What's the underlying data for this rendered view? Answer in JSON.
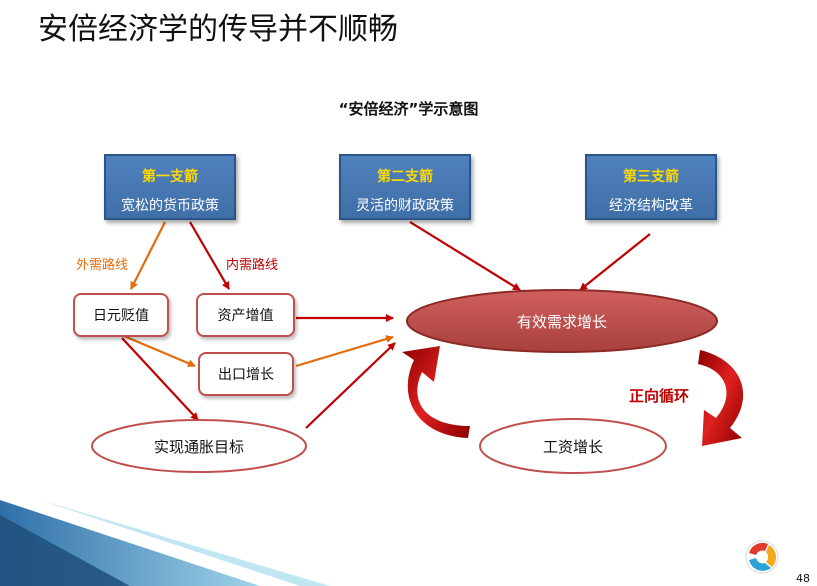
{
  "slide": {
    "title": "安倍经济学的传导并不顺畅",
    "diagram_title": "“安倍经济”学示意图",
    "page_number": "48"
  },
  "pillars": [
    {
      "title": "第一支箭",
      "desc": "宽松的货币政策"
    },
    {
      "title": "第二支箭",
      "desc": "灵活的财政政策"
    },
    {
      "title": "第三支箭",
      "desc": "经济结构改革"
    }
  ],
  "routes": {
    "external": "外需路线",
    "internal": "内需路线"
  },
  "nodes": {
    "yen_depreciation": "日元贬值",
    "asset_appreciation": "资产增值",
    "export_growth": "出口增长",
    "inflation_target": "实现通胀目标",
    "demand_growth": "有效需求增长",
    "wage_growth": "工资增长"
  },
  "cycle_label": "正向循环",
  "colors": {
    "pillar_blue": "#4f81bd",
    "pillar_title": "#ffd800",
    "red_line": "#c00000",
    "orange_line": "#e46c0a",
    "ellipse_fill": "#c0504d",
    "box_border": "#c0504d"
  }
}
